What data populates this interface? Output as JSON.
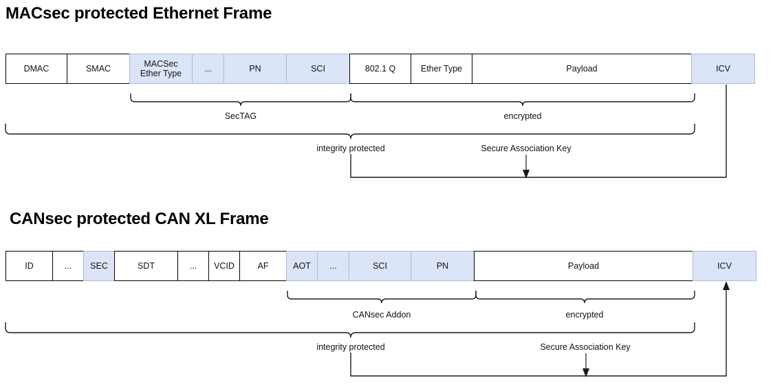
{
  "diagrams": [
    {
      "title": "MACsec protected Ethernet Frame",
      "fields": [
        {
          "label": "DMAC",
          "shaded": false
        },
        {
          "label": "SMAC",
          "shaded": false
        },
        {
          "label": "MACSec\nEther Type",
          "shaded": true
        },
        {
          "label": "...",
          "shaded": true
        },
        {
          "label": "PN",
          "shaded": true
        },
        {
          "label": "SCI",
          "shaded": true
        },
        {
          "label": "802.1 Q",
          "shaded": false
        },
        {
          "label": "Ether Type",
          "shaded": false
        },
        {
          "label": "Payload",
          "shaded": false
        },
        {
          "label": "ICV",
          "shaded": true
        }
      ],
      "brackets": [
        {
          "label": "SecTAG"
        },
        {
          "label": "encrypted"
        },
        {
          "label": "integrity protected"
        }
      ],
      "annotations": [
        {
          "label": "Secure Association Key"
        }
      ]
    },
    {
      "title": "CANsec protected CAN XL Frame",
      "fields": [
        {
          "label": "ID",
          "shaded": false
        },
        {
          "label": "...",
          "shaded": false
        },
        {
          "label": "SEC",
          "shaded": true
        },
        {
          "label": "SDT",
          "shaded": false
        },
        {
          "label": "...",
          "shaded": false
        },
        {
          "label": "VCID",
          "shaded": false
        },
        {
          "label": "AF",
          "shaded": false
        },
        {
          "label": "AOT",
          "shaded": true
        },
        {
          "label": "...",
          "shaded": true
        },
        {
          "label": "SCI",
          "shaded": true
        },
        {
          "label": "PN",
          "shaded": true
        },
        {
          "label": "Payload",
          "shaded": false
        },
        {
          "label": "ICV",
          "shaded": true
        }
      ],
      "brackets": [
        {
          "label": "CANsec Addon"
        },
        {
          "label": "encrypted"
        },
        {
          "label": "integrity protected"
        }
      ],
      "annotations": [
        {
          "label": "Secure Association Key"
        }
      ]
    }
  ],
  "colors": {
    "shaded_fill": "#dbe5f7",
    "shaded_stroke": "#a9bbdd",
    "line": "#1a1a1a",
    "text": "#111111"
  }
}
